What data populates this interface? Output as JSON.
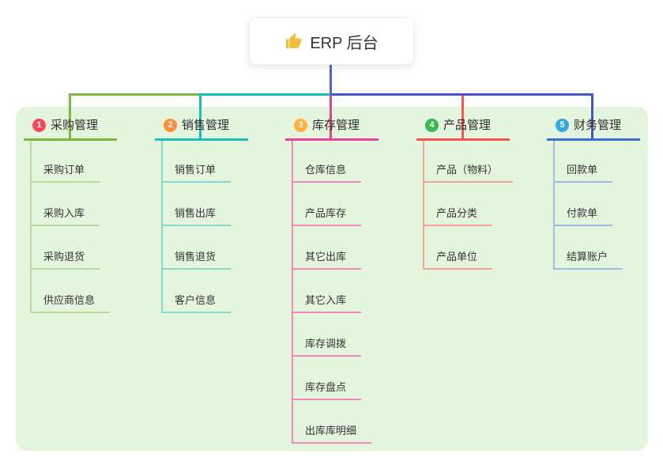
{
  "root": {
    "title": "ERP 后台",
    "icon": "thumbs-up-icon"
  },
  "colors": {
    "page_bg": "#ffffff",
    "panel_bg": "#e4f5de",
    "root_line": "#5262cf",
    "segment_left": "#7cb93e",
    "segment_mid": "#17bfba",
    "segment_right": "#4356c9",
    "thumb_icon": "#f2bd3a"
  },
  "branches": [
    {
      "num": "1",
      "title": "采购管理",
      "badge_color": "#f8485e",
      "line_color": "#7cb93e",
      "drop_color": "#7cb93e",
      "child_line_color": "#b5dd99",
      "items": [
        "采购订单",
        "采购入库",
        "采购退货",
        "供应商信息"
      ]
    },
    {
      "num": "2",
      "title": "销售管理",
      "badge_color": "#ff8f40",
      "line_color": "#17bfba",
      "drop_color": "#17bfba",
      "child_line_color": "#84d6d0",
      "items": [
        "销售订单",
        "销售出库",
        "销售退货",
        "客户信息"
      ]
    },
    {
      "num": "3",
      "title": "库存管理",
      "badge_color": "#ffb23e",
      "line_color": "#e8439b",
      "drop_color": "#e8439b",
      "child_line_color": "#f189c0",
      "items": [
        "仓库信息",
        "产品库存",
        "其它出库",
        "其它入库",
        "库存调拨",
        "库存盘点",
        "出库库明细"
      ]
    },
    {
      "num": "4",
      "title": "产品管理",
      "badge_color": "#3bb950",
      "line_color": "#f5544d",
      "drop_color": "#f5544d",
      "child_line_color": "#f8a29b",
      "items": [
        "产品（物料）",
        "产品分类",
        "产品单位"
      ]
    },
    {
      "num": "5",
      "title": "财务管理",
      "badge_color": "#35a8dd",
      "line_color": "#3e6ad3",
      "drop_color": "#4356c9",
      "child_line_color": "#9fb9e8",
      "items": [
        "回款单",
        "付款单",
        "结算账户"
      ]
    }
  ]
}
